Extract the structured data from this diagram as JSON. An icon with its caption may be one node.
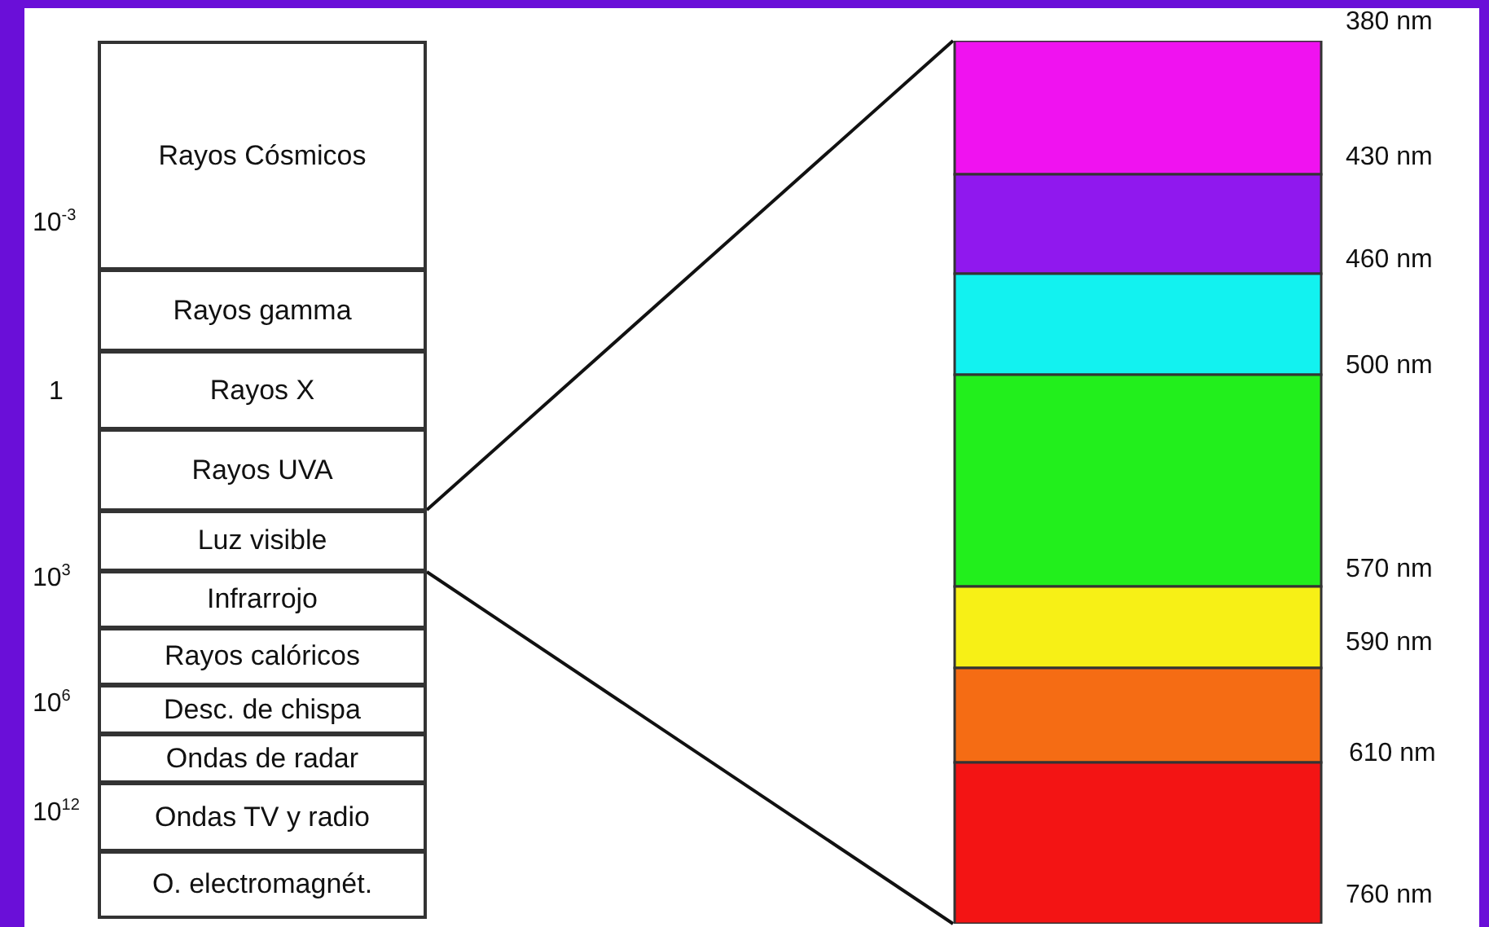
{
  "diagram": {
    "nodes": [
      {
        "text": [
          "Rayos Cósmicos"
        ]
      },
      {
        "text": [
          "Rayos gamma"
        ]
      },
      {
        "text": [
          "Rayos X"
        ]
      },
      {
        "text": [
          "Rayos UVA"
        ]
      },
      {
        "text": [
          "Luz visible"
        ]
      },
      {
        "text": [
          "Infrarrojo"
        ]
      },
      {
        "text": [
          "Rayos calóricos"
        ]
      },
      {
        "text": [
          "Desc. de chispa"
        ]
      },
      {
        "text": [
          "Ondas de radar"
        ]
      },
      {
        "text": [
          "Ondas TV y radio"
        ]
      },
      {
        "text": [
          "O. electromagnét."
        ]
      },
      {
        "text": [],
        "shape": "bar"
      }
    ],
    "edges": [
      {
        "from": 4,
        "to": 11,
        "arrow": "none"
      },
      {
        "from": 4,
        "to": 11,
        "arrow": "none"
      }
    ],
    "labels": [
      "10$^{-3}$",
      "1",
      "10$^{3}$",
      "10$^{6}$",
      "10$^{12}$",
      "380 nm",
      "430 nm",
      "460 nm",
      "500 nm",
      "570 nm",
      "590 nm",
      "610 nm",
      "760 nm"
    ]
  }
}
